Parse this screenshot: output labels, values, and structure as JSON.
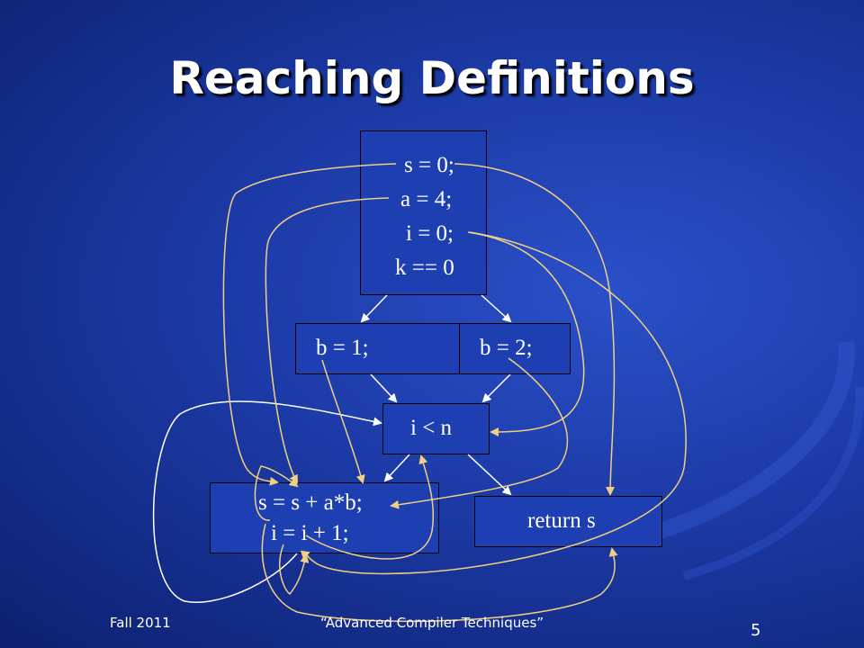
{
  "title": "Reaching Definitions",
  "blocks": {
    "entry": [
      "s = 0;",
      "a = 4;",
      "i = 0;",
      "k == 0"
    ],
    "b1": "b = 1;",
    "b2": "b = 2;",
    "cond": "i < n",
    "loop": [
      "s = s + a*b;",
      "i = i + 1;"
    ],
    "ret": "return s"
  },
  "footer": {
    "left": "Fall 2011",
    "center": "“Advanced Compiler Techniques”",
    "page": "5"
  },
  "colors": {
    "background": "#1c3aa6",
    "box_fill": "#1d3fb2",
    "flow_edge": "#ffffff",
    "def_arrow": "#f0d080"
  }
}
